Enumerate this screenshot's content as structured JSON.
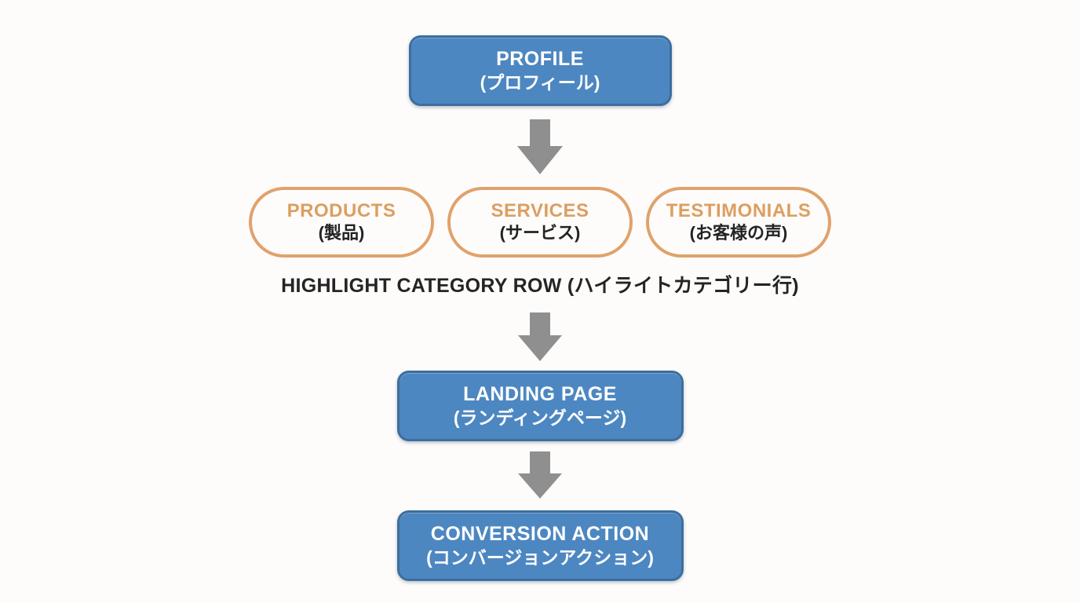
{
  "diagram": {
    "type": "flowchart",
    "direction": "top-down",
    "nodes": {
      "profile": {
        "en": "PROFILE",
        "jp": "(プロフィール)"
      },
      "landing_page": {
        "en": "LANDING PAGE",
        "jp": "(ランディングページ)"
      },
      "conversion_action": {
        "en": "CONVERSION ACTION",
        "jp": "(コンバージョンアクション)"
      }
    },
    "highlight_row": {
      "caption": "HIGHLIGHT CATEGORY ROW (ハイライトカテゴリー行)",
      "pills": [
        {
          "en": "PRODUCTS",
          "jp": "(製品)"
        },
        {
          "en": "SERVICES",
          "jp": "(サービス)"
        },
        {
          "en": "TESTIMONIALS",
          "jp": "(お客様の声)"
        }
      ]
    },
    "flow_order": [
      "profile",
      "highlight_row",
      "landing_page",
      "conversion_action"
    ],
    "colors": {
      "background": "#fdfcfb",
      "node_fill": "#4d87c1",
      "node_border": "#3d6e9e",
      "node_text": "#ffffff",
      "pill_border": "#e0a26c",
      "pill_text_en": "#dd9e5f",
      "pill_text_jp": "#232323",
      "arrow": "#8f8f8f",
      "caption_text": "#242424"
    }
  }
}
